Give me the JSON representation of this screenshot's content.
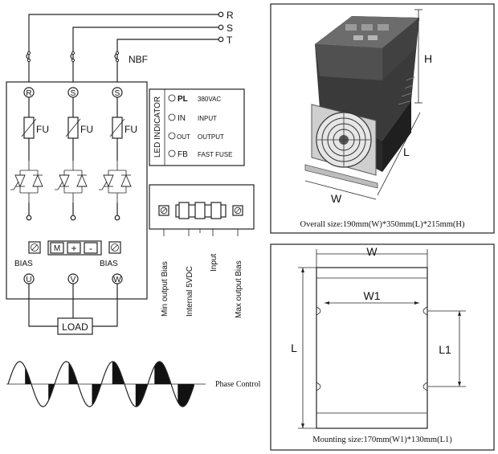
{
  "supply": {
    "r": "R",
    "s": "S",
    "t": "T",
    "nbf": "NBF"
  },
  "terminals": {
    "in_r": "R",
    "in_s1": "S",
    "in_s2": "S",
    "out_u": "U",
    "out_v": "V",
    "out_w": "W"
  },
  "fuse": {
    "label": "FU"
  },
  "bias_block": {
    "bias_left": "BIAS",
    "bias_right": "BIAS",
    "m": "M",
    "plus": "+",
    "minus": "-"
  },
  "load": {
    "label": "LOAD"
  },
  "led": {
    "title": "LED INDICATOR",
    "rows": [
      {
        "code": "PL",
        "desc": "380VAC"
      },
      {
        "code": "IN",
        "desc": "INPUT"
      },
      {
        "code": "OUT",
        "desc": "OUTPUT"
      },
      {
        "code": "FB",
        "desc": "FAST FUSE"
      }
    ]
  },
  "control_terminals": {
    "labels": [
      "Min output Bias",
      "Internal 5VDC",
      "Input",
      "Max output Bias"
    ]
  },
  "phase_control": {
    "label": "Phase Control"
  },
  "photo": {
    "h": "H",
    "l": "L",
    "w": "W",
    "caption": "Overall size:190mm(W)*350mm(L)*215mm(H)"
  },
  "mounting": {
    "w": "W",
    "w1": "W1",
    "l": "L",
    "l1": "L1",
    "caption": "Mounting size:170mm(W1)*130mm(L1)"
  }
}
